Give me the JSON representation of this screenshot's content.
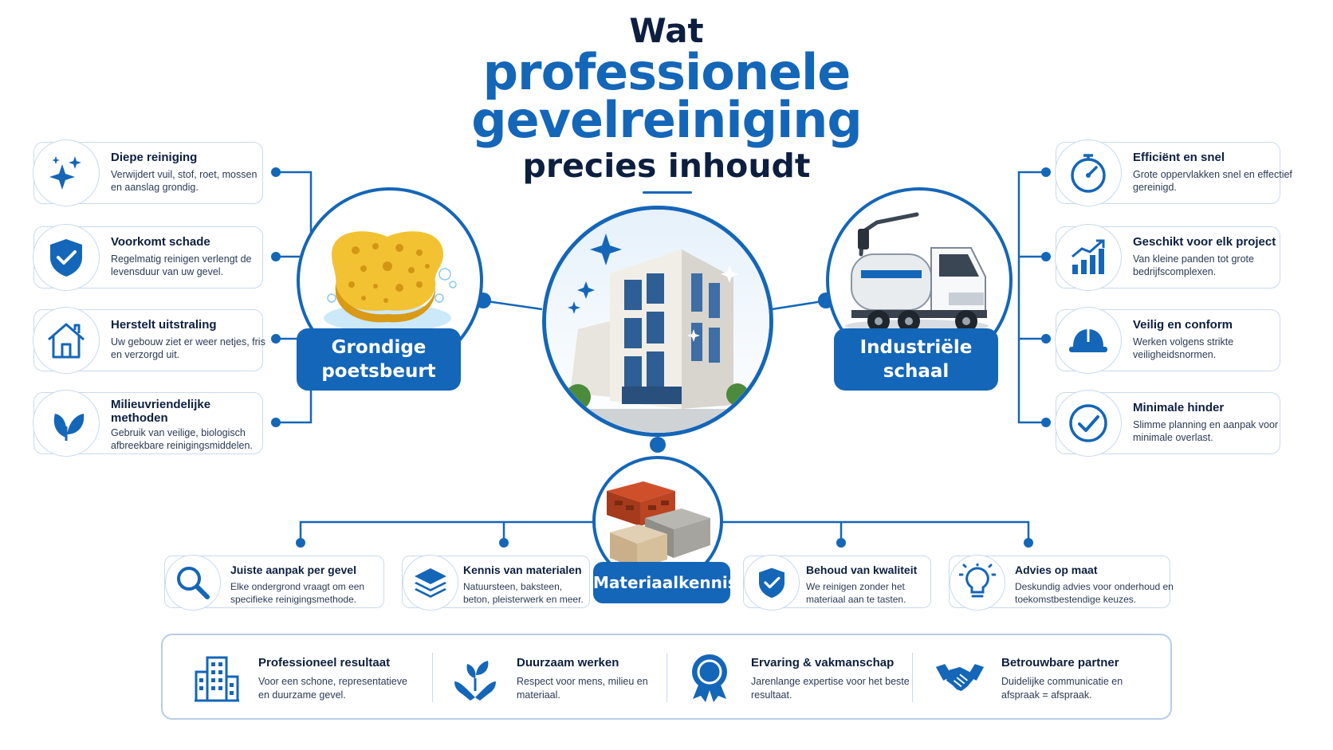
{
  "title": {
    "line1": "Wat",
    "line2": "professionele",
    "line3": "gevelreiniging",
    "line4": "precies inhoudt"
  },
  "colors": {
    "primary": "#1466b8",
    "dark": "#0d1f3f",
    "border": "#c9daee"
  },
  "left_features": [
    {
      "icon": "sparkle-icon",
      "title": "Diepe reiniging",
      "desc": "Verwijdert vuil, stof, roet, mossen en aanslag grondig."
    },
    {
      "icon": "shield-check-icon",
      "title": "Voorkomt schade",
      "desc": "Regelmatig reinigen verlengt de levensduur van uw gevel."
    },
    {
      "icon": "house-icon",
      "title": "Herstelt uitstraling",
      "desc": "Uw gebouw ziet er weer netjes, fris en verzorgd uit."
    },
    {
      "icon": "leaf-icon",
      "title": "Milieuvriendelijke methoden",
      "desc": "Gebruik van veilige, biologisch afbreekbare reinigingsmiddelen."
    }
  ],
  "right_features": [
    {
      "icon": "stopwatch-icon",
      "title": "Efficiënt en snel",
      "desc": "Grote oppervlakken snel en effectief gereinigd."
    },
    {
      "icon": "growth-chart-icon",
      "title": "Geschikt voor elk project",
      "desc": "Van kleine panden tot grote bedrijfscomplexen."
    },
    {
      "icon": "hard-hat-icon",
      "title": "Veilig en conform",
      "desc": "Werken volgens strikte veiligheidsnormen."
    },
    {
      "icon": "check-circle-icon",
      "title": "Minimale hinder",
      "desc": "Slimme planning en aanpak voor minimale overlast."
    }
  ],
  "hubs": {
    "left": {
      "label_line1": "Grondige",
      "label_line2": "poetsbeurt",
      "image": "sponge-illustration"
    },
    "center": {
      "image": "office-building-illustration"
    },
    "right": {
      "label_line1": "Industriële",
      "label_line2": "schaal",
      "image": "pressure-washer-truck-illustration"
    },
    "bottom": {
      "label": "Materiaalkennis",
      "image": "stone-blocks-illustration"
    }
  },
  "material_features": [
    {
      "icon": "magnifier-icon",
      "title": "Juiste aanpak per gevel",
      "desc": "Elke ondergrond vraagt om een specifieke reinigingsmethode."
    },
    {
      "icon": "layers-icon",
      "title": "Kennis van materialen",
      "desc": "Natuursteen, baksteen, beton, pleisterwerk en meer."
    },
    {
      "icon": "shield-check-icon",
      "title": "Behoud van kwaliteit",
      "desc": "We reinigen zonder het materiaal aan te tasten."
    },
    {
      "icon": "lightbulb-icon",
      "title": "Advies op maat",
      "desc": "Deskundig advies voor onderhoud en toekomstbestendige keuzes."
    }
  ],
  "footer": [
    {
      "icon": "buildings-icon",
      "title": "Professioneel resultaat",
      "desc": "Voor een schone, representatieve en duurzame gevel."
    },
    {
      "icon": "hands-plant-icon",
      "title": "Duurzaam werken",
      "desc": "Respect voor mens, milieu en materiaal."
    },
    {
      "icon": "award-ribbon-icon",
      "title": "Ervaring & vakmanschap",
      "desc": "Jarenlange expertise voor het beste resultaat."
    },
    {
      "icon": "handshake-icon",
      "title": "Betrouwbare partner",
      "desc": "Duidelijke communicatie en afspraak = afspraak."
    }
  ]
}
